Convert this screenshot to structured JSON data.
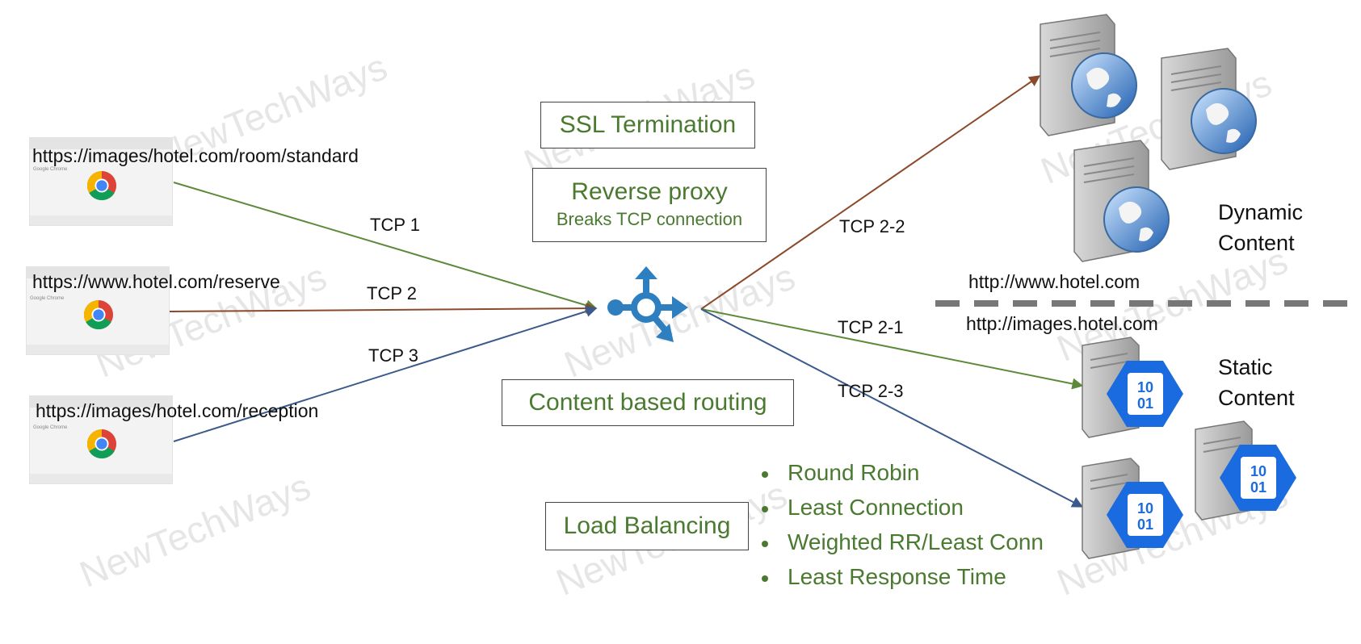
{
  "watermark": "NewTechWays",
  "clients": [
    {
      "url": "https://images/hotel.com/room/standard",
      "tcp": "TCP 1",
      "browser": "Google Chrome"
    },
    {
      "url": "https://www.hotel.com/reserve",
      "tcp": "TCP 2",
      "browser": "Google Chrome"
    },
    {
      "url": "https://images/hotel.com/reception",
      "tcp": "TCP 3",
      "browser": "Google Chrome"
    }
  ],
  "features": {
    "ssl": "SSL Termination",
    "reverse_proxy": "Reverse proxy",
    "reverse_proxy_sub": "Breaks TCP connection",
    "content_routing": "Content based routing",
    "load_balancing": "Load Balancing"
  },
  "algorithms": [
    "Round Robin",
    "Least Connection",
    "Weighted RR/Least Conn",
    "Least Response Time"
  ],
  "backend_links": {
    "dynamic": "TCP 2-2",
    "static_1": "TCP 2-1",
    "static_2": "TCP 2-3"
  },
  "zones": {
    "dynamic_line1": "Dynamic",
    "dynamic_line2": "Content",
    "static_line1": "Static",
    "static_line2": "Content",
    "dynamic_host": "http://www.hotel.com",
    "static_host": "http://images.hotel.com"
  },
  "static_icon_text": [
    "10",
    "01"
  ],
  "colors": {
    "tcp1": "#5d8a3a",
    "tcp2": "#8b4a2b",
    "tcp3": "#3a5a8c",
    "label_green": "#4a7a30",
    "lb_icon": "#2e7fc0",
    "static_badge": "#1a6be0"
  }
}
